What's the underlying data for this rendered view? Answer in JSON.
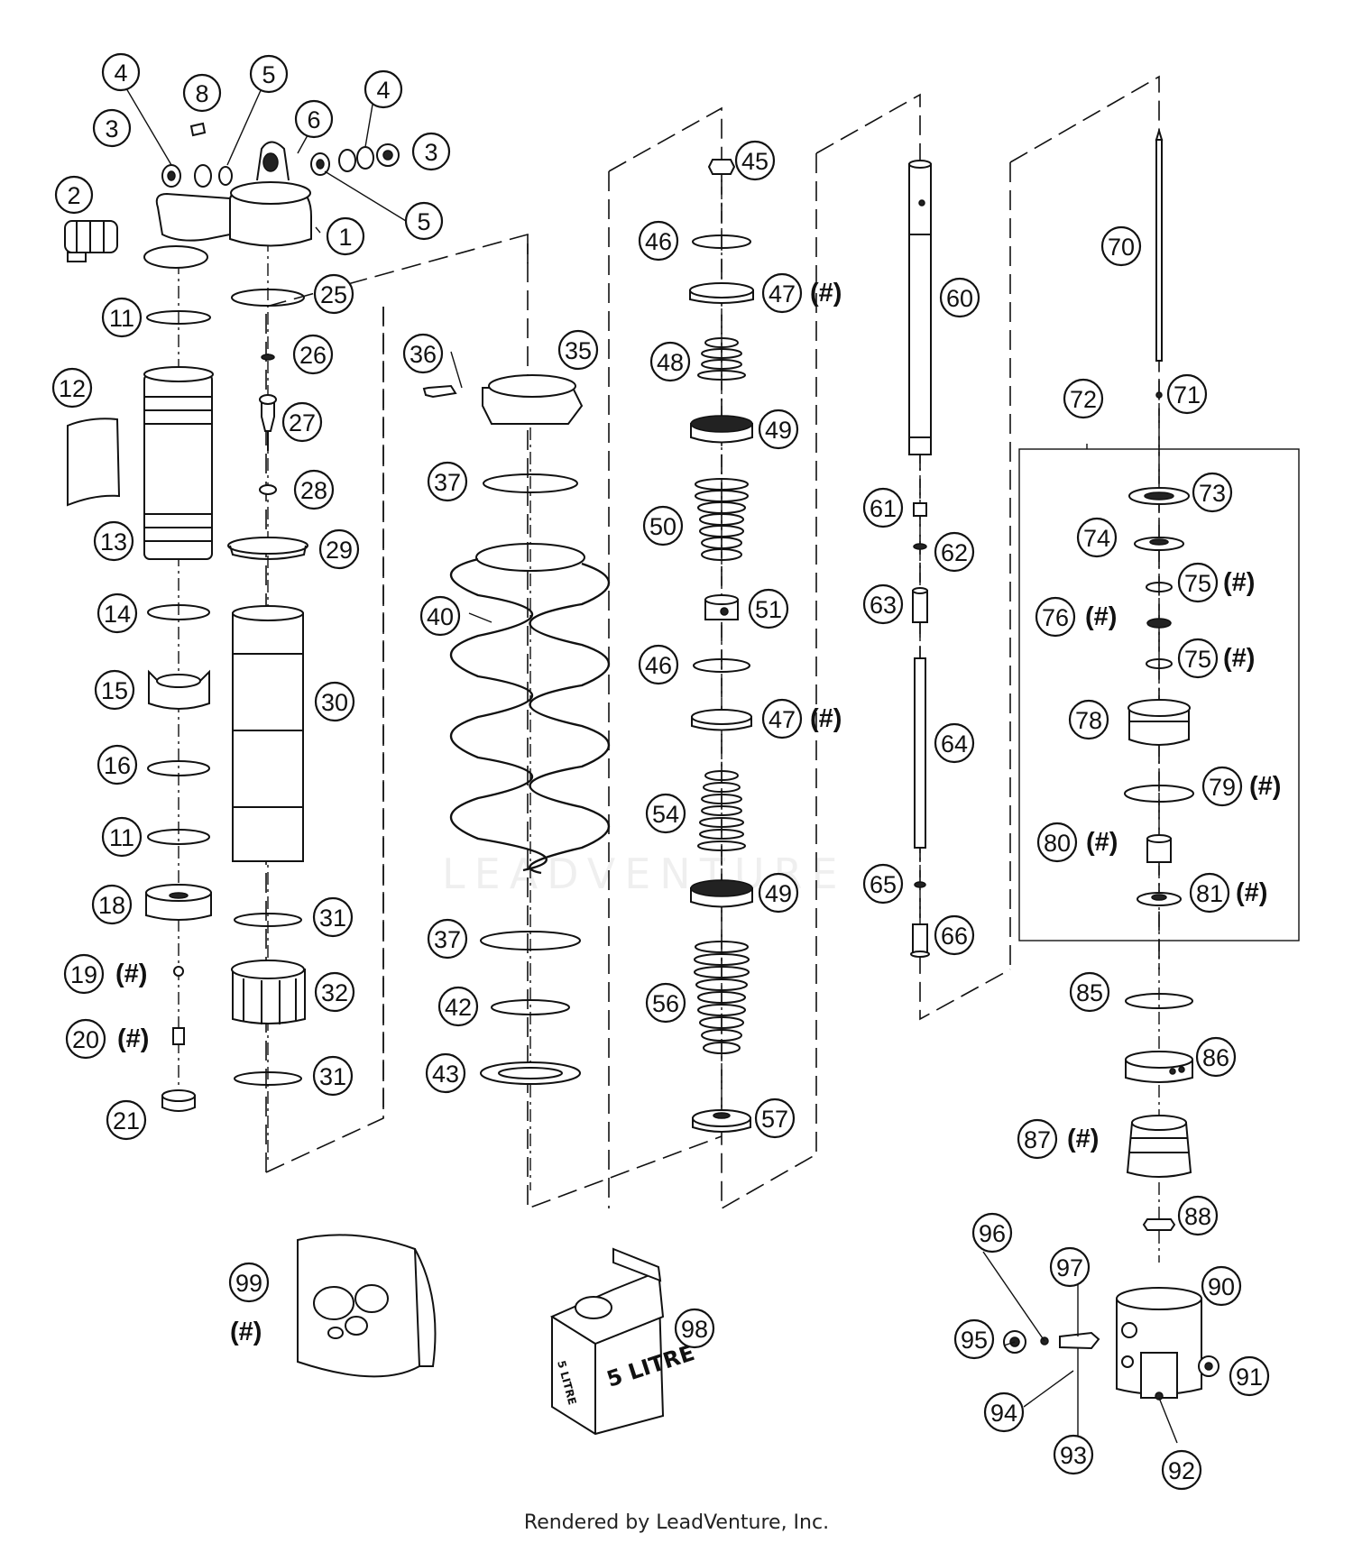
{
  "diagram": {
    "callouts": [
      {
        "id": "c1",
        "label": "1"
      },
      {
        "id": "c2",
        "label": "2"
      },
      {
        "id": "c3a",
        "label": "3"
      },
      {
        "id": "c3b",
        "label": "3"
      },
      {
        "id": "c4a",
        "label": "4"
      },
      {
        "id": "c4b",
        "label": "4"
      },
      {
        "id": "c5a",
        "label": "5"
      },
      {
        "id": "c5b",
        "label": "5"
      },
      {
        "id": "c6",
        "label": "6"
      },
      {
        "id": "c8",
        "label": "8"
      },
      {
        "id": "c11a",
        "label": "11"
      },
      {
        "id": "c11b",
        "label": "11"
      },
      {
        "id": "c12",
        "label": "12"
      },
      {
        "id": "c13",
        "label": "13"
      },
      {
        "id": "c14",
        "label": "14"
      },
      {
        "id": "c15",
        "label": "15"
      },
      {
        "id": "c16",
        "label": "16"
      },
      {
        "id": "c18",
        "label": "18"
      },
      {
        "id": "c19",
        "label": "19"
      },
      {
        "id": "c20",
        "label": "20"
      },
      {
        "id": "c21",
        "label": "21"
      },
      {
        "id": "c25",
        "label": "25"
      },
      {
        "id": "c26",
        "label": "26"
      },
      {
        "id": "c27",
        "label": "27"
      },
      {
        "id": "c28",
        "label": "28"
      },
      {
        "id": "c29",
        "label": "29"
      },
      {
        "id": "c30",
        "label": "30"
      },
      {
        "id": "c31a",
        "label": "31"
      },
      {
        "id": "c31b",
        "label": "31"
      },
      {
        "id": "c32",
        "label": "32"
      },
      {
        "id": "c35",
        "label": "35"
      },
      {
        "id": "c36",
        "label": "36"
      },
      {
        "id": "c37a",
        "label": "37"
      },
      {
        "id": "c37b",
        "label": "37"
      },
      {
        "id": "c40",
        "label": "40"
      },
      {
        "id": "c42",
        "label": "42"
      },
      {
        "id": "c43",
        "label": "43"
      },
      {
        "id": "c45",
        "label": "45"
      },
      {
        "id": "c46a",
        "label": "46"
      },
      {
        "id": "c46b",
        "label": "46"
      },
      {
        "id": "c47a",
        "label": "47"
      },
      {
        "id": "c47b",
        "label": "47"
      },
      {
        "id": "c48",
        "label": "48"
      },
      {
        "id": "c49a",
        "label": "49"
      },
      {
        "id": "c49b",
        "label": "49"
      },
      {
        "id": "c50",
        "label": "50"
      },
      {
        "id": "c51",
        "label": "51"
      },
      {
        "id": "c54",
        "label": "54"
      },
      {
        "id": "c56",
        "label": "56"
      },
      {
        "id": "c57",
        "label": "57"
      },
      {
        "id": "c60",
        "label": "60"
      },
      {
        "id": "c61",
        "label": "61"
      },
      {
        "id": "c62",
        "label": "62"
      },
      {
        "id": "c63",
        "label": "63"
      },
      {
        "id": "c64",
        "label": "64"
      },
      {
        "id": "c65",
        "label": "65"
      },
      {
        "id": "c66",
        "label": "66"
      },
      {
        "id": "c70",
        "label": "70"
      },
      {
        "id": "c71",
        "label": "71"
      },
      {
        "id": "c72",
        "label": "72"
      },
      {
        "id": "c73",
        "label": "73"
      },
      {
        "id": "c74",
        "label": "74"
      },
      {
        "id": "c75a",
        "label": "75"
      },
      {
        "id": "c75b",
        "label": "75"
      },
      {
        "id": "c76",
        "label": "76"
      },
      {
        "id": "c78",
        "label": "78"
      },
      {
        "id": "c79",
        "label": "79"
      },
      {
        "id": "c80",
        "label": "80"
      },
      {
        "id": "c81",
        "label": "81"
      },
      {
        "id": "c85",
        "label": "85"
      },
      {
        "id": "c86",
        "label": "86"
      },
      {
        "id": "c87",
        "label": "87"
      },
      {
        "id": "c88",
        "label": "88"
      },
      {
        "id": "c90",
        "label": "90"
      },
      {
        "id": "c91",
        "label": "91"
      },
      {
        "id": "c92",
        "label": "92"
      },
      {
        "id": "c93",
        "label": "93"
      },
      {
        "id": "c94",
        "label": "94"
      },
      {
        "id": "c95",
        "label": "95"
      },
      {
        "id": "c96",
        "label": "96"
      },
      {
        "id": "c97",
        "label": "97"
      },
      {
        "id": "c98",
        "label": "98"
      },
      {
        "id": "c99",
        "label": "99"
      }
    ],
    "hash_mark": "(#)",
    "oil_can_text": "5 LITRE",
    "oil_can_side_text": "5 LITRE",
    "watermark": "LEADVENTURE",
    "footer": "Rendered by LeadVenture, Inc."
  }
}
